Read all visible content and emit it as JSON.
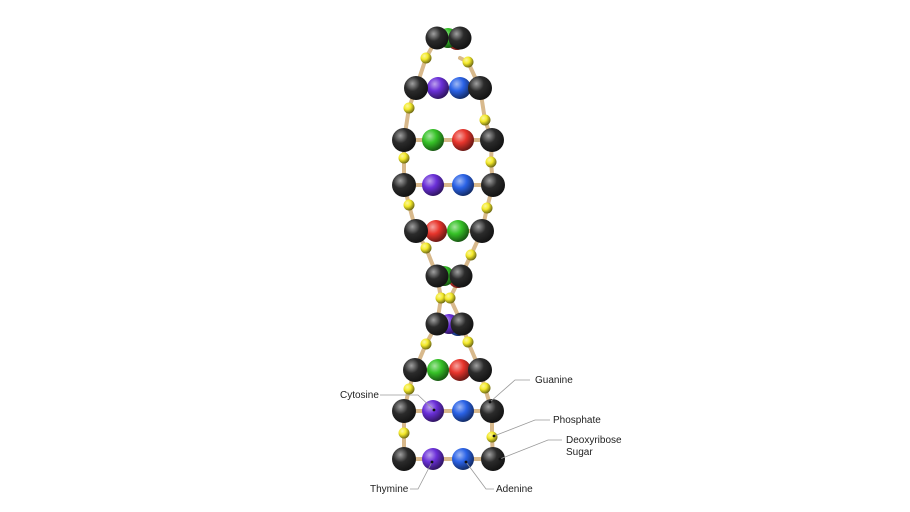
{
  "labels": {
    "cytosine": "Cytosine",
    "guanine": "Guanine",
    "phosphate": "Phosphate",
    "sugar_line1": "Deoxyribose",
    "sugar_line2": "Sugar",
    "thymine": "Thymine",
    "adenine": "Adenine"
  },
  "colors": {
    "sugar": "#2b2b2b",
    "phosphate": "#f4ea2a",
    "backbone": "#d8b98c",
    "adenine": "#e8352c",
    "thymine": "#36c227",
    "guanine": "#2a62e6",
    "cytosine": "#6a2fd8"
  },
  "base_pairs": [
    [
      "cytosine",
      "guanine"
    ],
    [
      "thymine",
      "adenine"
    ],
    [
      "cytosine",
      "guanine"
    ],
    [
      "adenine",
      "thymine"
    ],
    [
      "thymine",
      "adenine"
    ],
    [
      "cytosine",
      "guanine"
    ],
    [
      "thymine",
      "adenine"
    ],
    [
      "cytosine",
      "guanine"
    ],
    [
      "cytosine",
      "guanine"
    ],
    [
      "thymine",
      "adenine"
    ]
  ]
}
